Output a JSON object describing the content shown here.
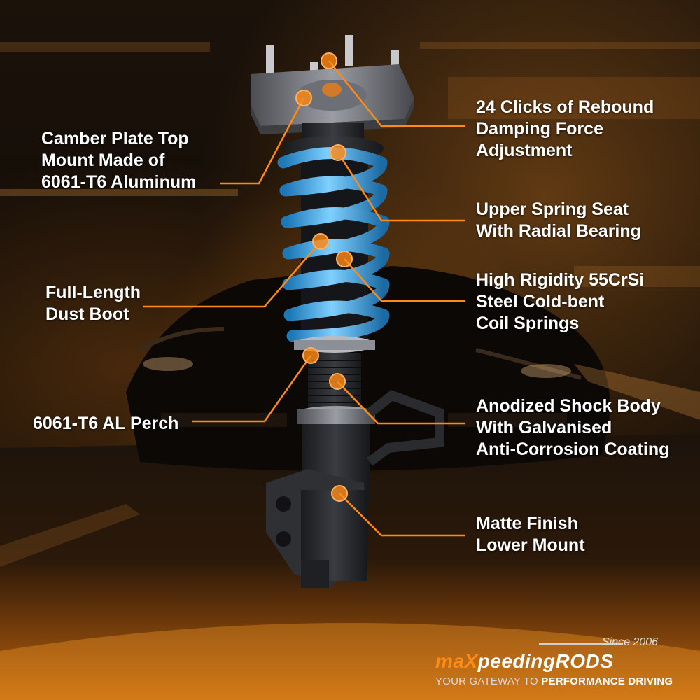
{
  "labels": [
    {
      "lines": [
        "Camber Plate Top",
        "Mount Made of",
        "6061-T6 Aluminum"
      ]
    },
    {
      "lines": [
        "24 Clicks of Rebound",
        "Damping Force",
        "Adjustment"
      ]
    },
    {
      "lines": [
        "Upper Spring Seat",
        "With Radial Bearing"
      ]
    },
    {
      "lines": [
        "High Rigidity 55CrSi",
        "Steel Cold-bent",
        "Coil Springs"
      ]
    },
    {
      "lines": [
        "Full-Length",
        "Dust Boot"
      ]
    },
    {
      "lines": [
        "6061-T6 AL Perch"
      ]
    },
    {
      "lines": [
        "Anodized Shock Body",
        "With Galvanised",
        "Anti-Corrosion Coating"
      ]
    },
    {
      "lines": [
        "Matte Finish",
        "Lower Mount"
      ]
    }
  ],
  "brand": {
    "since": "Since 2006",
    "logo_ma": "ma",
    "logo_x": "X",
    "logo_rest": "peedingRODS",
    "tagline_plain": "YOUR GATEWAY TO ",
    "tagline_bold": "PERFORMANCE DRIVING"
  },
  "colors": {
    "accent": "#ff8a14",
    "spring": "#2f9fe0",
    "text": "#ffffff"
  }
}
